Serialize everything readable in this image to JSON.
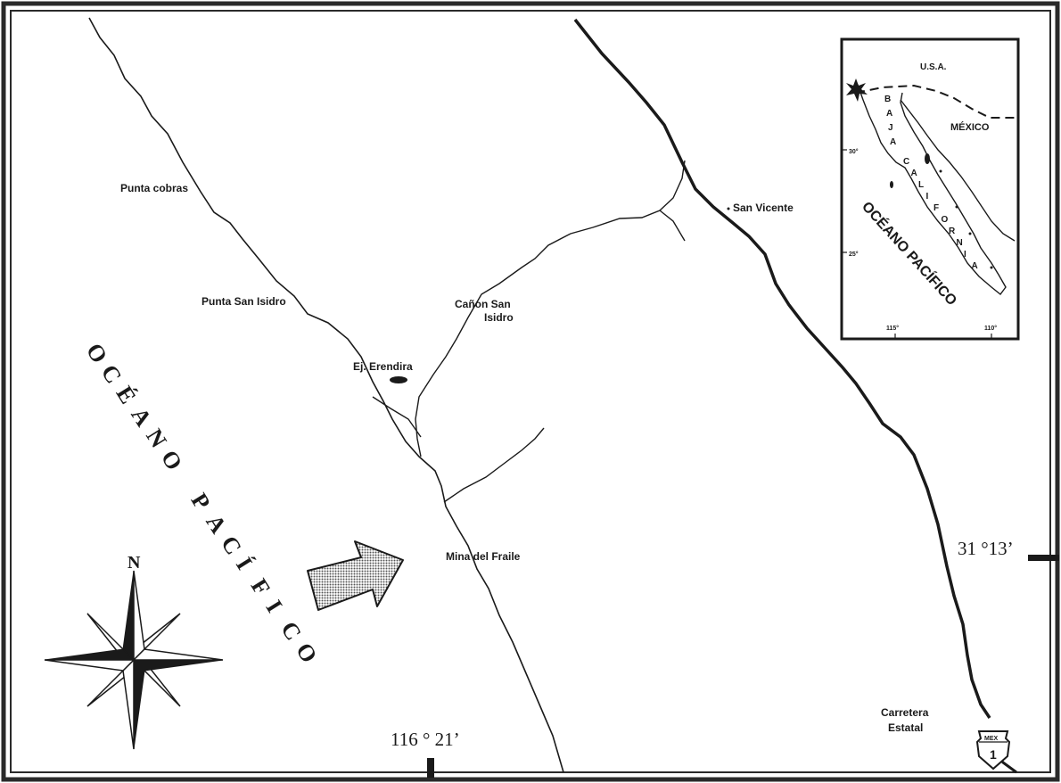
{
  "map": {
    "places": {
      "punta_cobras": "Punta cobras",
      "punta_san_isidro": "Punta San Isidro",
      "ej_erendira": "Ej. Erendira",
      "canon_san_isidro_1": "Cañon San",
      "canon_san_isidro_2": "Isidro",
      "san_vicente": "San Vicente",
      "mina_del_fraile": "Mina del Fraile",
      "carretera_1": "Carretera",
      "carretera_2": "Estatal"
    },
    "ocean_letters": [
      "O",
      "C",
      "É",
      "A",
      "N",
      "O",
      " ",
      "P",
      "A",
      "C",
      "Í",
      "F",
      "I",
      "C",
      "O"
    ],
    "latitude_label": "31 °13’",
    "longitude_label": "116 ° 21’",
    "north_label": "N",
    "highway_shield": {
      "top": "MEX",
      "number": "1"
    }
  },
  "inset": {
    "usa": "U.S.A.",
    "mexico": "MÉXICO",
    "baja_letters": [
      "B",
      "A",
      "J",
      "A"
    ],
    "california_letters": [
      "C",
      "A",
      "L",
      "I",
      "F",
      "O",
      "R",
      "N",
      "I",
      "A"
    ],
    "ocean": "OCÉANO PACÍFICO",
    "lat_30": "30°",
    "lat_25": "25°",
    "lon_115": "115°",
    "lon_110": "110°"
  },
  "colors": {
    "line": "#1a1a1a",
    "arrow_fill": "#9a9a9a",
    "frame": "#2a2a2a"
  }
}
